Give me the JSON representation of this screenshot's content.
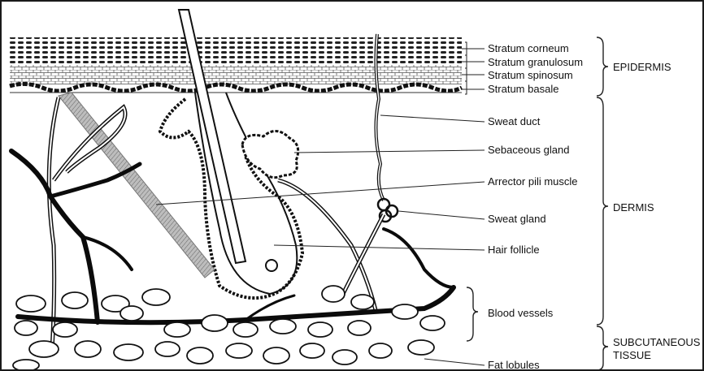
{
  "labels": {
    "stratum_corneum": "Stratum corneum",
    "stratum_granulosum": "Stratum granulosum",
    "stratum_spinosum": "Stratum spinosum",
    "stratum_basale": "Stratum basale",
    "sweat_duct": "Sweat duct",
    "sebaceous_gland": "Sebaceous gland",
    "arrector_pili_muscle": "Arrector pili muscle",
    "sweat_gland": "Sweat gland",
    "hair_follicle": "Hair follicle",
    "blood_vessels": "Blood vessels",
    "fat_lobules": "Fat lobules"
  },
  "groups": {
    "epidermis": "EPIDERMIS",
    "dermis": "DERMIS",
    "subcutaneous_line1": "SUBCUTANEOUS",
    "subcutaneous_line2": "TISSUE"
  }
}
